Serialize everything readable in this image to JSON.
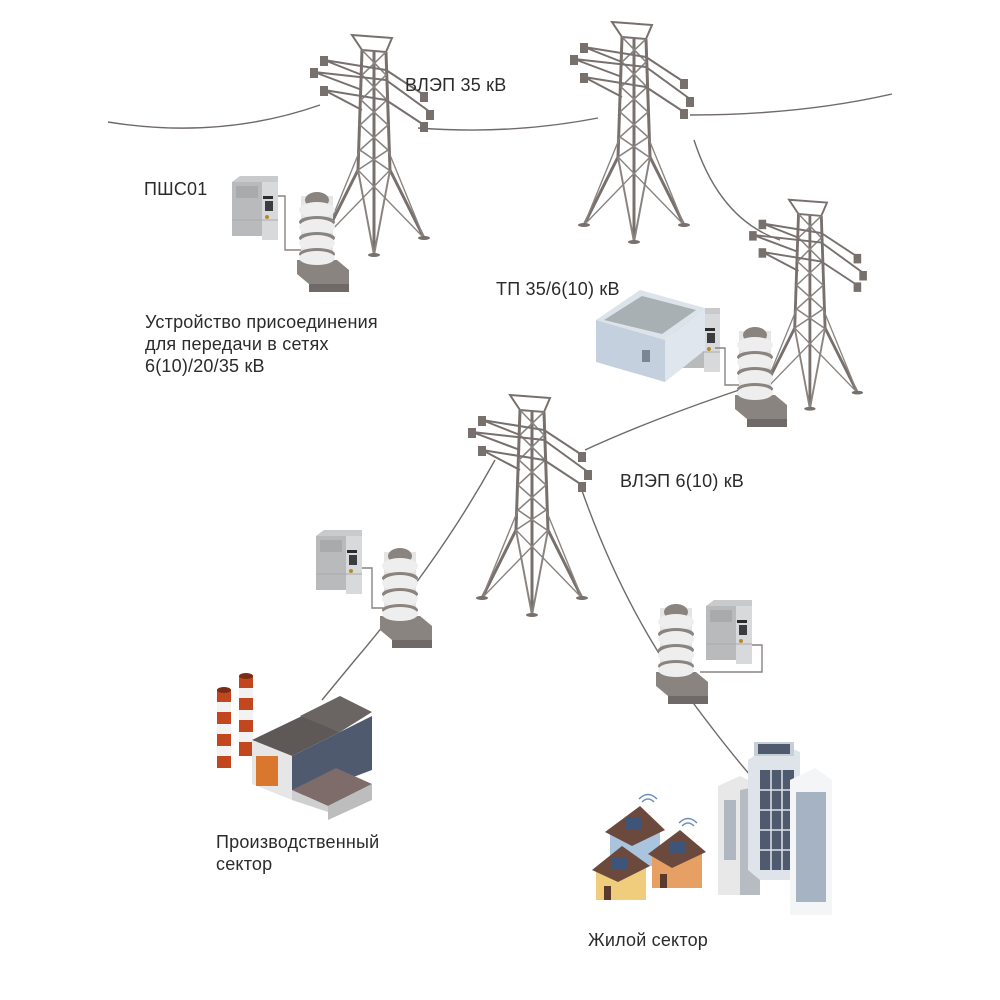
{
  "diagram": {
    "title_labels": {
      "line_35kv": "ВЛЭП 35 кВ",
      "device_name": "ПШС01",
      "coupling_device": [
        "Устройство присоединения",
        "для передачи в сетях",
        "6(10)/20/35 кВ"
      ],
      "substation": "ТП 35/6(10) кВ",
      "line_6_10kv": "ВЛЭП 6(10) кВ",
      "industrial_sector": [
        "Производственный",
        "сектор"
      ],
      "residential_sector": "Жилой сектор"
    },
    "nodes": [
      {
        "id": "tower-35kv-1",
        "type": "transmission-tower"
      },
      {
        "id": "tower-35kv-2",
        "type": "transmission-tower"
      },
      {
        "id": "tower-substation",
        "type": "transmission-tower"
      },
      {
        "id": "tower-6-10kv",
        "type": "transmission-tower"
      },
      {
        "id": "plc-modem-1",
        "type": "pshs01-device"
      },
      {
        "id": "plc-modem-2",
        "type": "pshs01-device"
      },
      {
        "id": "plc-modem-3",
        "type": "pshs01-device"
      },
      {
        "id": "plc-modem-4",
        "type": "pshs01-device"
      },
      {
        "id": "substation-building",
        "type": "building"
      },
      {
        "id": "factory",
        "type": "industrial"
      },
      {
        "id": "houses",
        "type": "residential"
      },
      {
        "id": "skyscrapers",
        "type": "residential"
      }
    ],
    "colors": {
      "tower": "#77706d",
      "wire": "#6f6a67",
      "insulator_light": "#eeeeee",
      "insulator_dark": "#8a8480",
      "device_body": "#c9cacc",
      "chimney_red": "#c2471f",
      "roof_dark": "#5e5957",
      "house_blue": "#a9c4dc",
      "house_yellow": "#efcd7d",
      "house_orange": "#e6a063",
      "glass_dark": "#4f5a6e",
      "substation_wall": "#c5d0de"
    }
  }
}
